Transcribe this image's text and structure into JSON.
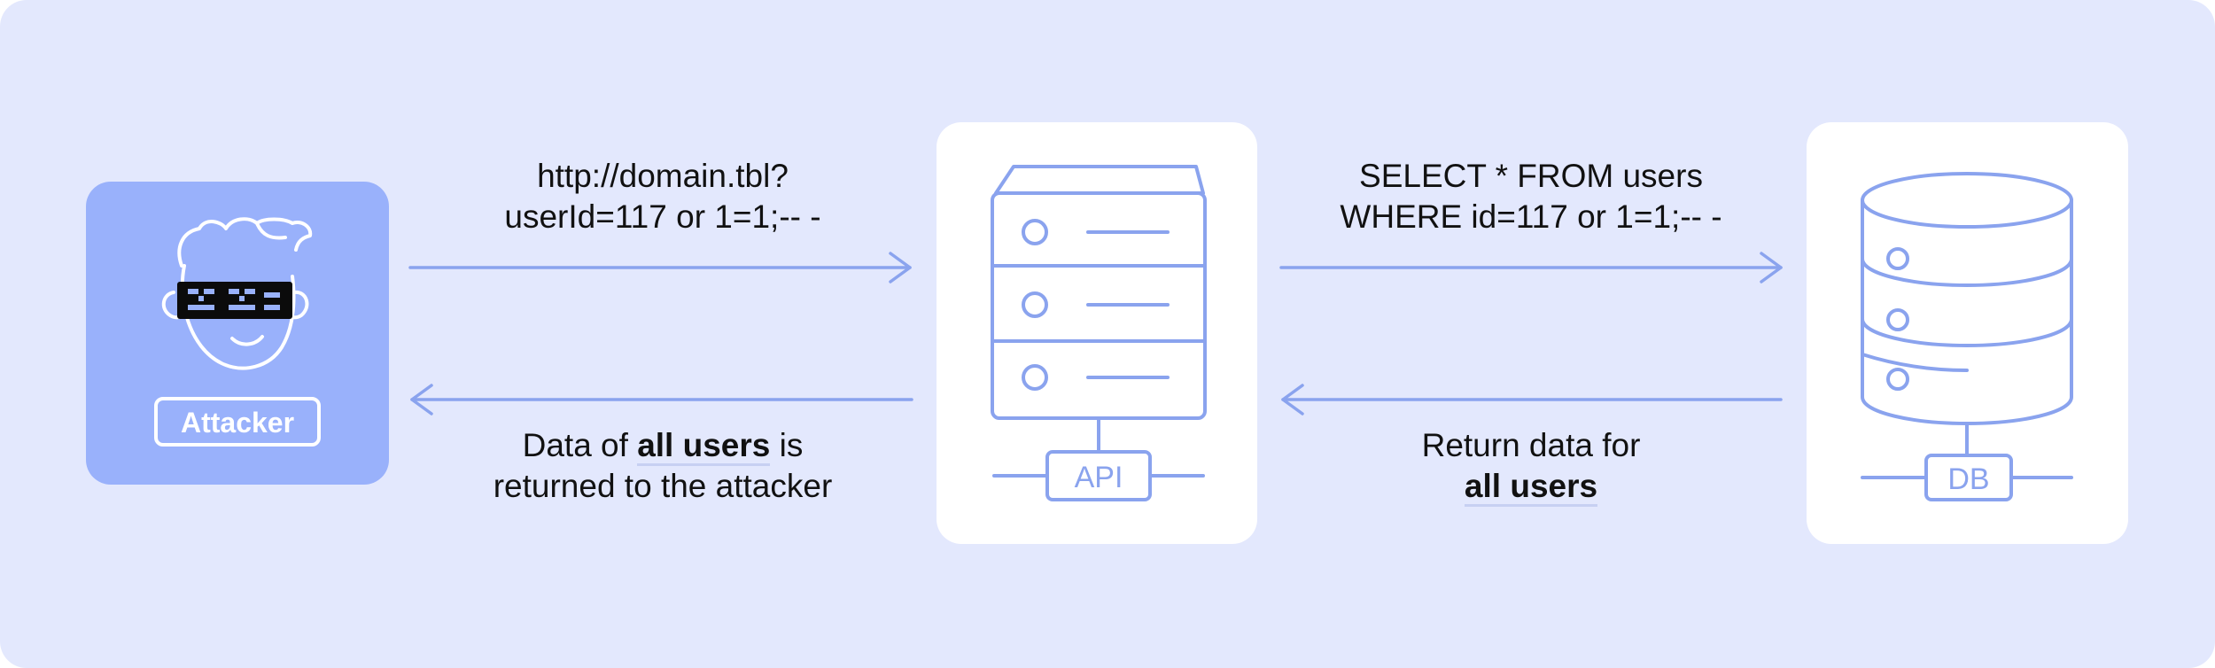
{
  "nodes": {
    "attacker": {
      "label": "Attacker",
      "icon": "hacker-face-icon"
    },
    "api": {
      "label": "API",
      "icon": "server-icon"
    },
    "db": {
      "label": "DB",
      "icon": "database-icon"
    }
  },
  "edges": {
    "request": {
      "line1": "http://domain.tbl?",
      "line2": "userId=117 or 1=1;-- -"
    },
    "query": {
      "line1": "SELECT * FROM users",
      "line2": "WHERE id=117 or 1=1;-- -"
    },
    "db_response": {
      "line1": "Return data for",
      "line2_bold": "all users"
    },
    "api_response": {
      "prefix": "Data of ",
      "bold": "all users",
      "suffix": " is",
      "line2": "returned to the attacker"
    }
  },
  "colors": {
    "background": "#e3e8fd",
    "accent": "#99b1fb",
    "stroke": "#8aa3ee",
    "card": "#ffffff",
    "text": "#111111"
  }
}
